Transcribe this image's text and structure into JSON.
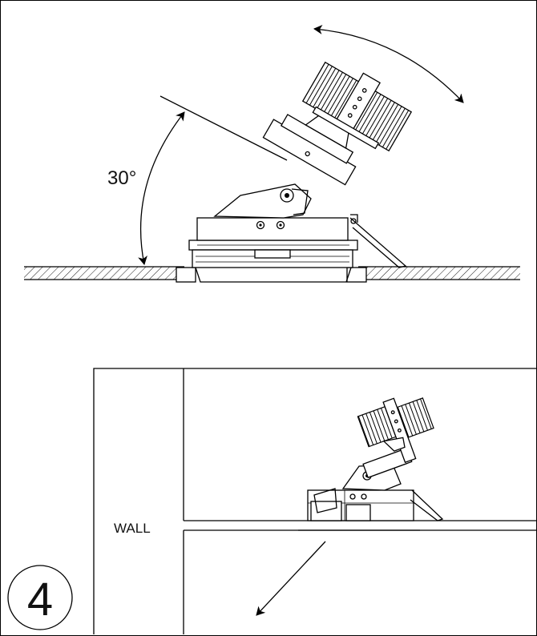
{
  "angle_label": "30°",
  "wall_label": "WALL",
  "step_number": "4",
  "icons": [
    "rotation-arrow-icon",
    "tilt-angle-arrow-icon",
    "direction-arrow-icon"
  ],
  "colors": {
    "line": "#000000",
    "background": "#ffffff"
  }
}
